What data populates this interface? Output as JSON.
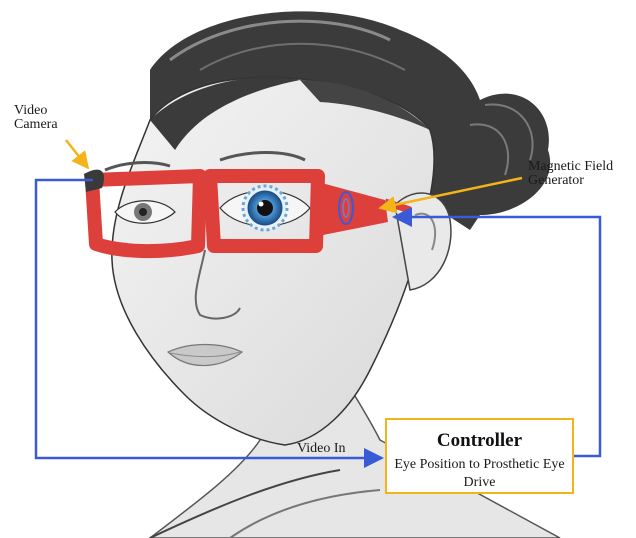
{
  "labels": {
    "video_camera": "Video Camera",
    "magnetic_field_generator": "Magnetic Field Generator",
    "video_in": "Video In"
  },
  "controller": {
    "title": "Controller",
    "description": "Eye Position to Prosthetic Eye Drive"
  },
  "colors": {
    "frame_red": "#dd3f3a",
    "connector_blue": "#3a5ad6",
    "pointer_yellow": "#f2b418",
    "iris_blue": "#3f86c6",
    "hair_dark": "#3b3b3b"
  }
}
